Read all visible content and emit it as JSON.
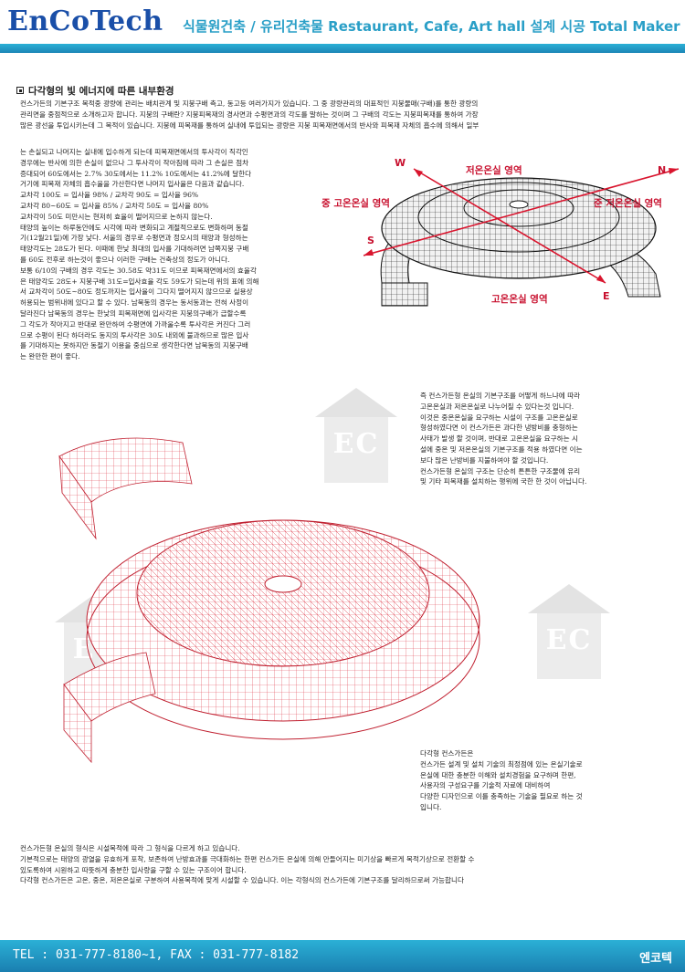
{
  "header": {
    "brand": "EnCoTech",
    "tagline": "식물원건축 / 유리건축물  Restaurant, Cafe, Art hall 설계 시공 Total Maker"
  },
  "section_title": "다각형의 빛 에너지에 따른 내부환경",
  "intro_lines": [
    "컨스가든의 기본구조 목적중 광량에 관리는 배치관계 및 지붕구배  측고, 동고등 여러가지가 있습니다. 그 중 광량관리의 대표적인 지붕물매(구배)를 통한 광량의",
    "관리면을 중점적으로 소개하고자 합니다.  지붕의 구배란? 지붕피복재의 경사면과 수평면과의 각도를 말하는 것이며 그 구배의 각도는 지붕피복재를 통하여 가장",
    "많은 광선을 투입시키는데 그 목적이 있습니다. 지붕에 피복재를 통하여 실내에 투입되는 광량은 지붕 피복재면에서의 반사와 피복재 자체의 흡수에 의해서 일부"
  ],
  "intro_left_lines": [
    "는 손실되고 나머지는 실내에 입수하게 되는데 피복재면에서의 투사각이 직각인",
    "경우에는 반사에 의한 손실이 없으나 그 투사각이 작아짐에 따라 그 손실은 점차",
    "증대되어  60도에서는 2.7%   30도에서는 11.2%   10도에서는 41.2%에 달한다",
    "거기에 피복재 자체의 흡수율을 가산한다면 나머지 입사율은 다음과 같습니다.",
    "교차각 100도 = 입사율 98%  / 교차각 90도 = 입사율 96%",
    "교차각 80~60도 = 입사율 85% / 교차각 50도 = 입사율 80%",
    "교차각이 50도 미만시는 현저히 효율이 떨어지므로 논하지 않는다.",
    "태양의 높이는 하루동안에도 시각에 따라 변화되고 계절적으로도 변화하며 동절",
    "기(12월21일)에 가장 낮다.  서울의 경우로 수평면과 정오시의 태양과 형성하는",
    "태양각도는 28도가 된다.  이때에 한낮 최대의 입사를 기대하려면 남쪽지붕 구배",
    "를 60도 전후로 하는것이 좋으나 이러한 구배는 건축상의 정도가 아니다.",
    "보통 6/10의 구배의 경우 각도는 30.58도 약31도 이므로 피복재면에서의 효율각",
    "은 태양각도 28도+ 지붕구배 31도=입사효율 각도 59도가 되는데 위의 표에 의해",
    "서 교차각이 50도~80도 정도까지는 입사율이 그다지 떨어지지  않으므로 실용상",
    "허용되는 범위내에 있다고 할 수 있다.  남북동의 경우는 동서동과는 전혀 사정이",
    "달라진다  남북동의 경우는  한낮의 피복재면에 입사각은 지붕의구배가 급할수록",
    "그 각도가 작아지고 반대로 완만하여 수평면에 가까울수록 투사각은 커진다 그러",
    "므로 수평이 된다 하더라도 동지의 투사각은 30도  내외에 불과하므로 많은 입사",
    "를 기대하지는 못하지만 동절기 이용을  중심으로 생각한다면 남북동의 지붕구배",
    "는 완만한 편이 좋다."
  ],
  "dome_labels": {
    "w": "W",
    "n": "N",
    "s": "S",
    "e": "E",
    "low_temp": "저온온실 영역",
    "mid_high_temp": "중 고온온실 영역",
    "semi_low_temp": "준 저온온실 영역",
    "high_temp": "고온온실 영역"
  },
  "watermark": "EC",
  "right_mid_lines": [
    "즉 컨스가든형 온실의 기본구조를 어떻게 하느냐에  따라",
    "고온온실과 저온온실로 나누어질 수 있다는것 입니다.",
    "이것은  중온온실을 요구하는 시설이  구조를 고온온실로",
    "형성하였다면  이 컨스가든은 과다한 냉방비를 충형하는",
    "사태가 발생 할 것이며,   반대로 고온온실을 요구하는 시",
    "설에 중온 및 저온온실의 기본구조를 적용 하였다면 이는",
    "보다 많은 난방비를 지불하여야 할 것입니다.",
    "컨스가든형 온실의 구조는  단순히 튼튼한 구조물에 유리",
    "및 기타 피복재를 설치하는 행위에 국한 한 것이 아닙니다."
  ],
  "right_low_lines": [
    "다각형 컨스가든은",
    "컨스가든 설계 및 설치 기술의 최정점에 있는 온실기술로",
    "온실에 대한 충분한 이해와 설치경험을 요구하며 한편,",
    "사용자의 구성요구를 기술적 자료에 대비하여",
    "다양한 디자인으로 이를 충족하는 기술을 필요로 하는 것",
    "입니다."
  ],
  "bottom_lines": [
    "컨스가든형 온실의 형식은 시설목적에 따라 그 형식을 다르게 하고 있습니다.",
    "기본적으로는 태양의 광열을 유효하게 포착, 보존하여 난방효과를 극대화하는 한편  컨스가든 온실에 의해 만들어지는 미기상을 빠르게 목적기상으로 전환할 수",
    "있도록하여 시원하고 따뜻하게 충분한 입사량을 구할 수 있는 구조이어 합니다.",
    "다각형 컨스가든은 고온, 중온, 저온온실로 구분하여 사용목적에 맞게 시설할 수 있습니다. 이는 각형식의 컨스가든에 기본구조를 달리하므로써 가능합니다"
  ],
  "footer": {
    "contact": "TEL : 031-777-8180~1,   FAX : 031-777-8182",
    "company": "엔코텍"
  },
  "colors": {
    "brand_blue": "#1a4fa8",
    "accent_cyan": "#2a9fc7",
    "label_red": "#c8102e",
    "frame_red": "#e0404f"
  }
}
